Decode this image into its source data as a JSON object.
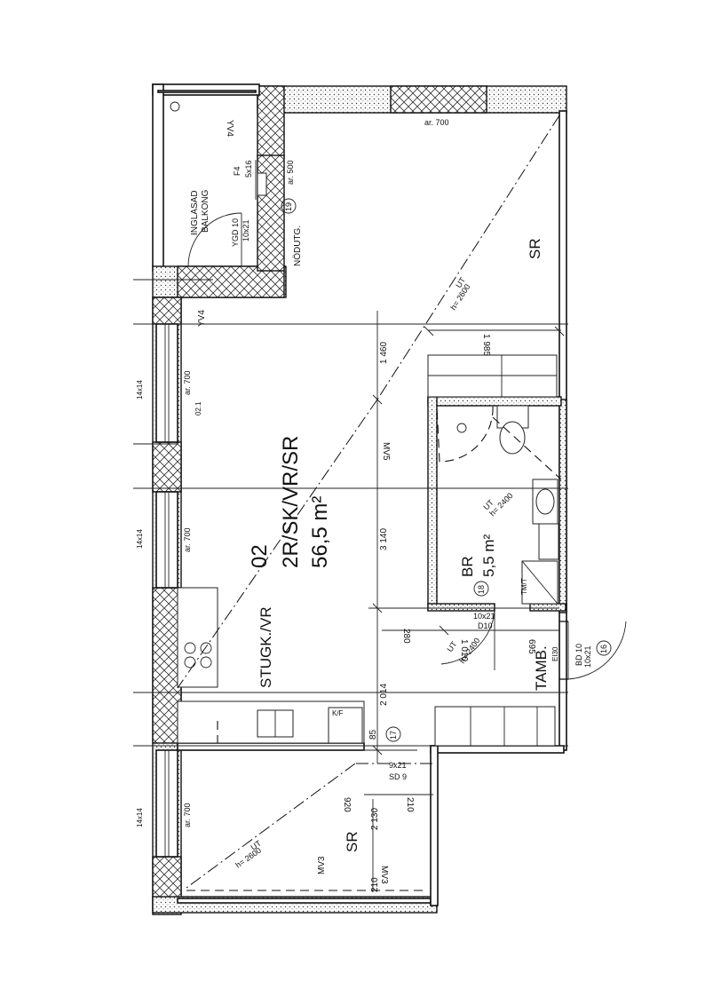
{
  "apartment": {
    "number": "02",
    "type": "2R/SK/VR/SR",
    "area": "56,5 m²",
    "room_main": "STUGK./VR"
  },
  "rooms": {
    "sr_top": "SR",
    "sr_bottom": "SR",
    "br": "BR",
    "br_area": "5,5 m²",
    "tamb": "TAMB.",
    "balcony_1": "INGLASAD",
    "balcony_2": "BALKONG"
  },
  "labels": {
    "yv4_top": "YV4",
    "yv4_left": "YV4",
    "f4": "F4",
    "f4_size": "5x16",
    "ar500": "ar. 500",
    "ar700_top": "ar. 700",
    "ar700_a": "ar. 700",
    "ar700_b": "ar. 700",
    "ar700_c": "ar. 700",
    "ygd": "YGD 10",
    "ygd_size": "10x21",
    "nodutg": "NÖDUTG.",
    "c19": "19",
    "c18": "18",
    "c17": "17",
    "c16": "16",
    "ut_top": "UT",
    "h2600_top": "h= 2600",
    "ut_br": "UT",
    "h2400_br": "h= 2400",
    "ut_door": "UT",
    "h2400_door": "h= 2400",
    "ut_bottom": "UT",
    "h2600_bottom": "h= 2600",
    "mv5": "MV5",
    "mv3_a": "MV3",
    "mv3_b": "MV3",
    "d10": "D10",
    "d10_size": "10x21",
    "bd10": "BD 10",
    "bd10_size": "10x21",
    "ei30": "EI30",
    "sd9": "SD 9",
    "sd9_size": "9x21",
    "kf": "K/F",
    "tm": "TM/T",
    "win_a": "14x14",
    "win_b": "14x14",
    "win_c": "14x14",
    "o21": "02.1"
  },
  "dimensions": {
    "d1985": "1 985",
    "d1460": "1 460",
    "d3140": "3 140",
    "d2014": "2 014",
    "d1010": "1 010",
    "d695": "695",
    "d280": "280",
    "d85": "85",
    "d2130": "2 130",
    "d920": "920",
    "d210_a": "210",
    "d210_b": "210"
  }
}
